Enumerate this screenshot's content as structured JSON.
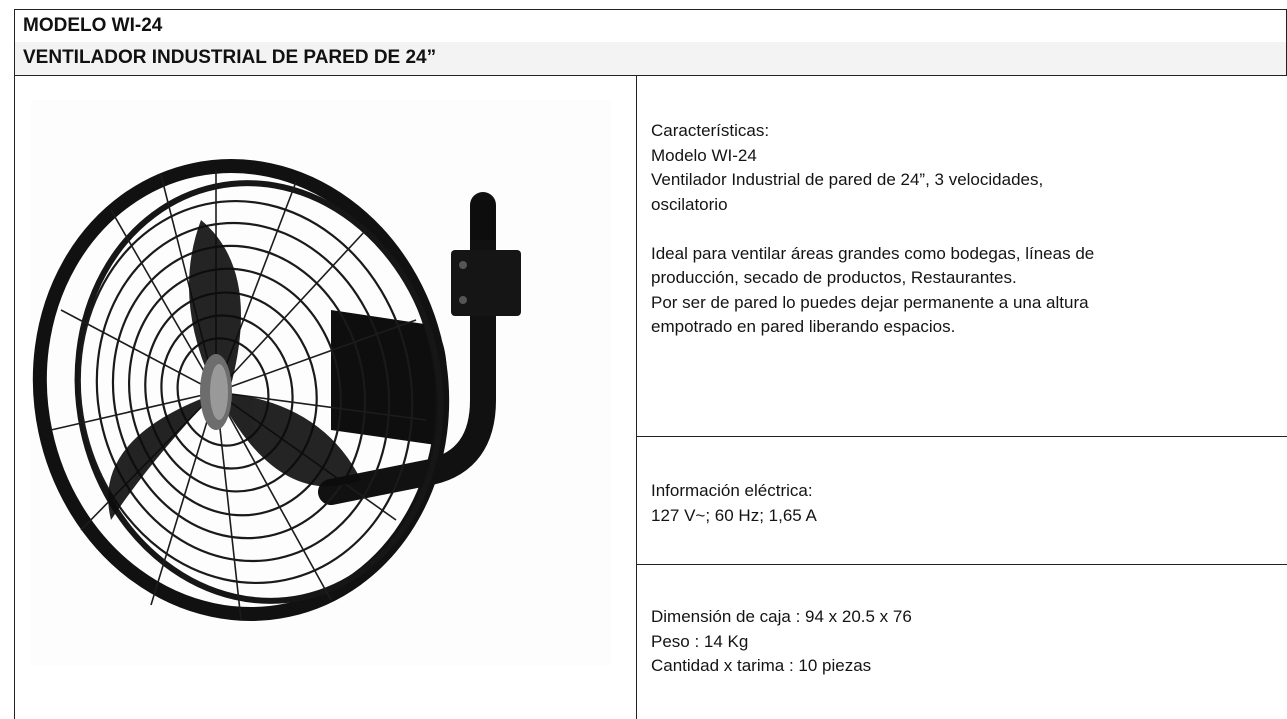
{
  "header": {
    "model_title": "MODELO WI-24",
    "product_title": "VENTILADOR INDUSTRIAL DE PARED DE 24”"
  },
  "product_image": {
    "icon": "wall-fan-image"
  },
  "features": {
    "heading": "Características:",
    "model": "Modelo WI-24",
    "desc_line1": "Ventilador Industrial de pared de 24”, 3 velocidades,",
    "desc_line2": "oscilatorio",
    "use_line1": "Ideal para ventilar áreas grandes como bodegas, líneas de",
    "use_line2": "producción, secado de productos, Restaurantes.",
    "wall_line1": "Por ser de pared lo puedes dejar permanente a una altura",
    "wall_line2": "empotrado en pared liberando espacios."
  },
  "electrical": {
    "heading": "Información eléctrica:",
    "spec": "127 V~; 60 Hz; 1,65 A"
  },
  "packaging": {
    "box": "Dimensión de caja : 94 x 20.5 x 76",
    "weight": "Peso : 14 Kg",
    "pallet": "Cantidad x tarima : 10 piezas"
  }
}
